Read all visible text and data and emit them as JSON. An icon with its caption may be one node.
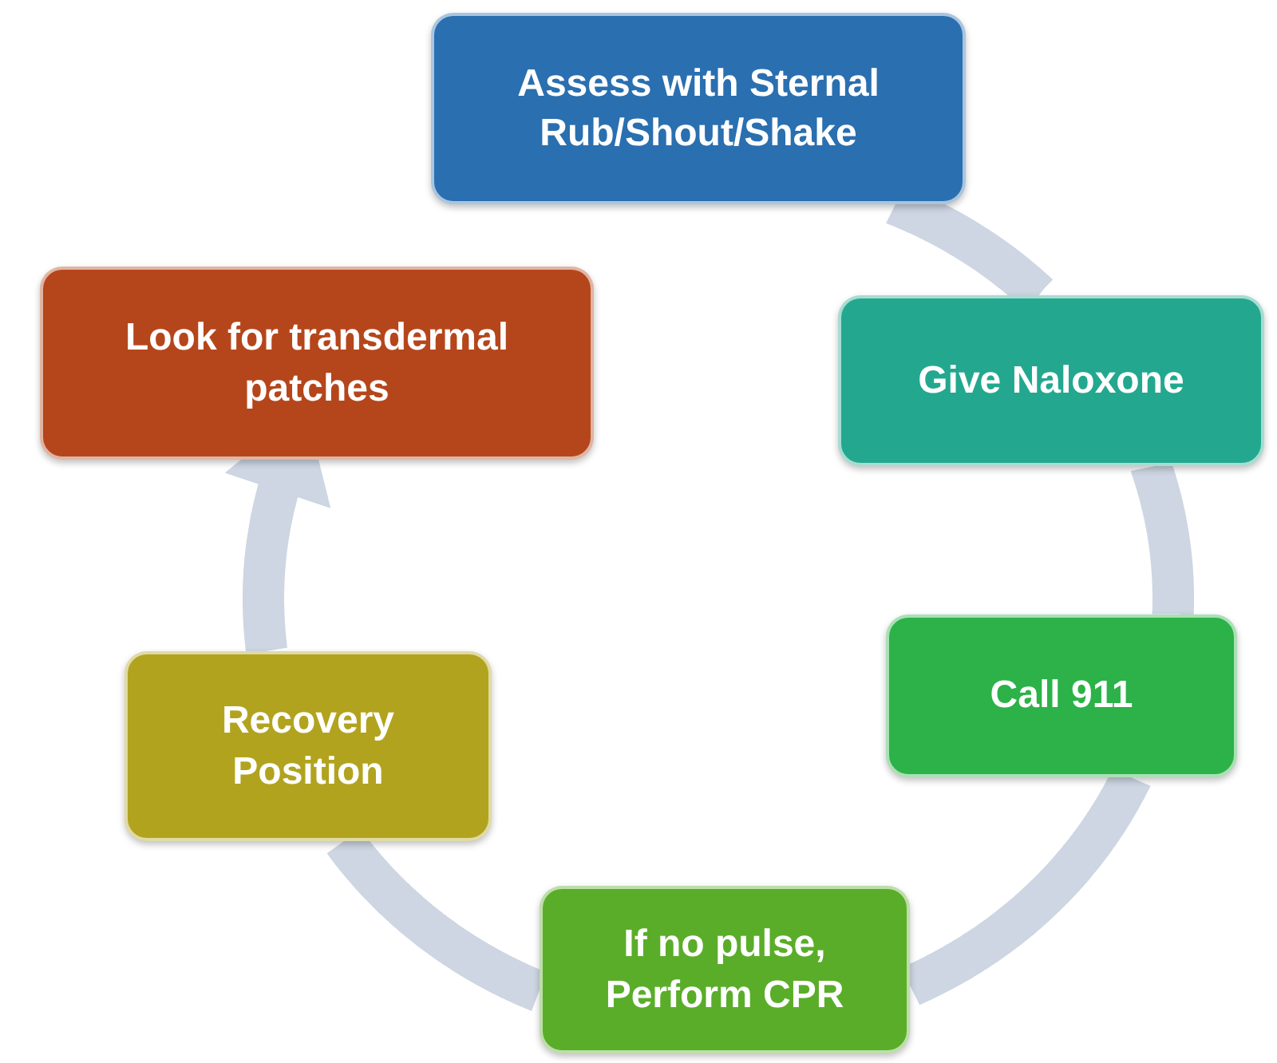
{
  "diagram": {
    "nodes": [
      {
        "text": [
          "Assess with Sternal Rub/Shout/Shake"
        ]
      },
      {
        "text": [
          "Give Naloxone"
        ]
      },
      {
        "text": [
          "Call 911"
        ]
      },
      {
        "text": [
          "If no pulse, Perform CPR"
        ]
      },
      {
        "text": [
          "Recovery Position"
        ]
      },
      {
        "text": [
          "Look for transdermal patches"
        ]
      }
    ],
    "edges": [
      {
        "from": 0,
        "to": 1,
        "arrow": "none"
      },
      {
        "from": 1,
        "to": 2,
        "arrow": "none"
      },
      {
        "from": 2,
        "to": 3,
        "arrow": "none"
      },
      {
        "from": 3,
        "to": 4,
        "arrow": "none"
      },
      {
        "from": 4,
        "to": 5,
        "arrow": "to"
      }
    ]
  }
}
